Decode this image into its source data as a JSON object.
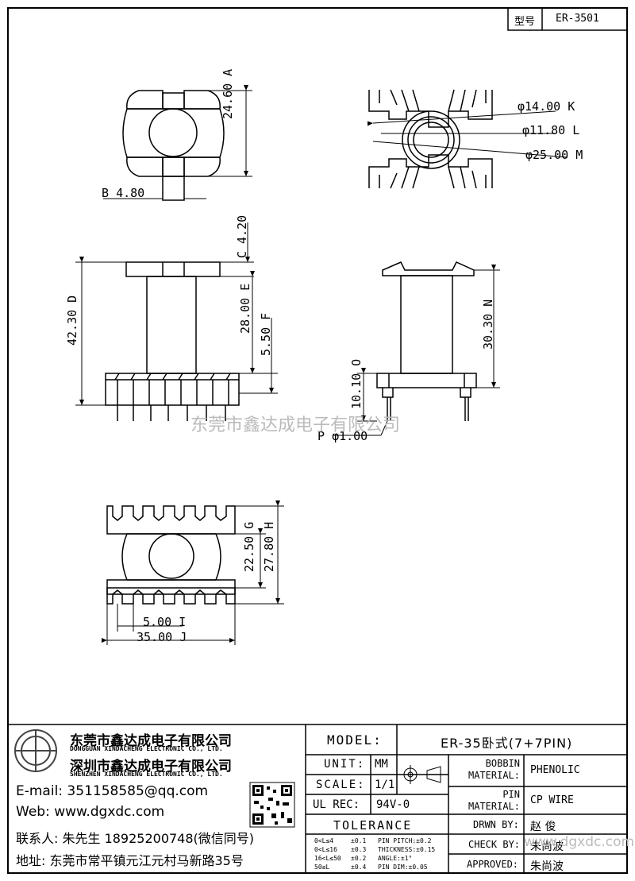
{
  "header": {
    "model_label": "型号",
    "model_value": "ER-3501"
  },
  "dims": {
    "A": {
      "tag": "A",
      "value": "24.60"
    },
    "B": {
      "tag": "B",
      "value": "4.80"
    },
    "C": {
      "tag": "C",
      "value": "4.20"
    },
    "D": {
      "tag": "D",
      "value": "42.30"
    },
    "E": {
      "tag": "E",
      "value": "28.00"
    },
    "F": {
      "tag": "F",
      "value": "5.50"
    },
    "G": {
      "tag": "G",
      "value": "22.50"
    },
    "H": {
      "tag": "H",
      "value": "27.80"
    },
    "I": {
      "tag": "I",
      "value": "5.00"
    },
    "J": {
      "tag": "J",
      "value": "35.00"
    },
    "K": {
      "tag": "K",
      "value": "φ14.00"
    },
    "L": {
      "tag": "L",
      "value": "φ11.80"
    },
    "M": {
      "tag": "M",
      "value": "φ25.00"
    },
    "N": {
      "tag": "N",
      "value": "30.30"
    },
    "O": {
      "tag": "O",
      "value": "10.10"
    },
    "P": {
      "tag": "P",
      "value": "φ1.00"
    }
  },
  "watermark": "东莞市鑫达成电子有限公司",
  "company": {
    "name_cn_1": "东莞市鑫达成电子有限公司",
    "name_en_1": "DONGGUAN XINDACHENG ELECTRONIC CO., LTD.",
    "name_cn_2": "深圳市鑫达成电子有限公司",
    "name_en_2": "SHENZHEN XINDACHENG ELECTRONIC CO., LTD.",
    "email": "E-mail: 351158585@qq.com",
    "web": "Web: www.dgxdc.com",
    "contact": "联系人: 朱先生 18925200748(微信同号)",
    "address": "地址: 东莞市常平镇元江元村马新路35号"
  },
  "title_block": {
    "model_label": "MODEL:",
    "model_value": "ER-35卧式(7+7PIN)",
    "unit_label": "UNIT:",
    "unit_value": "MM",
    "scale_label": "SCALE:",
    "scale_value": "1/1",
    "ul_label": "UL REC:",
    "ul_value": "94V-0",
    "tolerance_label": "TOLERANCE",
    "tol_rows": [
      [
        "0<L≤4",
        "±0.1",
        "PIN PITCH:±0.2"
      ],
      [
        "0<L≤16",
        "±0.3",
        "THICKNESS:±0.15"
      ],
      [
        "16<L≤50",
        "±0.2",
        "ANGLE:±1°"
      ],
      [
        "50≤L",
        "±0.4",
        "PIN DIM:±0.05"
      ]
    ],
    "bobbin_material_label": "BOBBIN MATERIAL:",
    "bobbin_material_value": "PHENOLIC",
    "pin_material_label": "PIN MATERIAL:",
    "pin_material_value": "CP WIRE",
    "drawn_label": "DRWN BY:",
    "drawn_value": "赵 俊",
    "check_label": "CHECK BY:",
    "check_value": "朱尚波",
    "approved_label": "APPROVED:",
    "approved_value": "朱尚波",
    "footer_watermark": "www.dgxdc.com"
  }
}
